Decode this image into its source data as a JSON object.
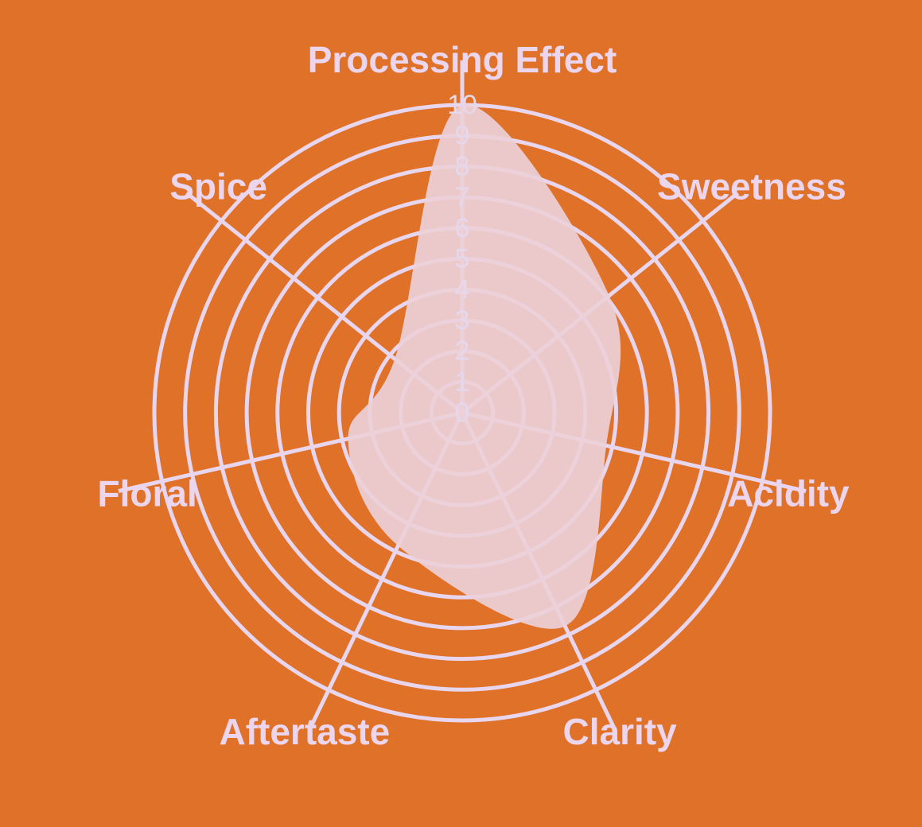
{
  "colors": {
    "background": "#DF7128",
    "grid": "#E8D6EE",
    "fill": "#EBD0D8",
    "label": "#EBD6EE",
    "tick": "#E6D8EC"
  },
  "chart_data": {
    "type": "radar",
    "title": "",
    "axes": [
      "Processing Effect",
      "Sweetness",
      "Acidity",
      "Clarity",
      "Aftertaste",
      "Floral",
      "Spice"
    ],
    "series": [
      {
        "values": [
          10,
          6.1,
          4.8,
          7.7,
          4.8,
          3.8,
          2.8
        ]
      }
    ],
    "range": [
      0,
      10
    ],
    "ticks": [
      0,
      1,
      2,
      3,
      4,
      5,
      6,
      7,
      8,
      9,
      10
    ],
    "smoothed": true,
    "grid": true,
    "legend": "none"
  }
}
